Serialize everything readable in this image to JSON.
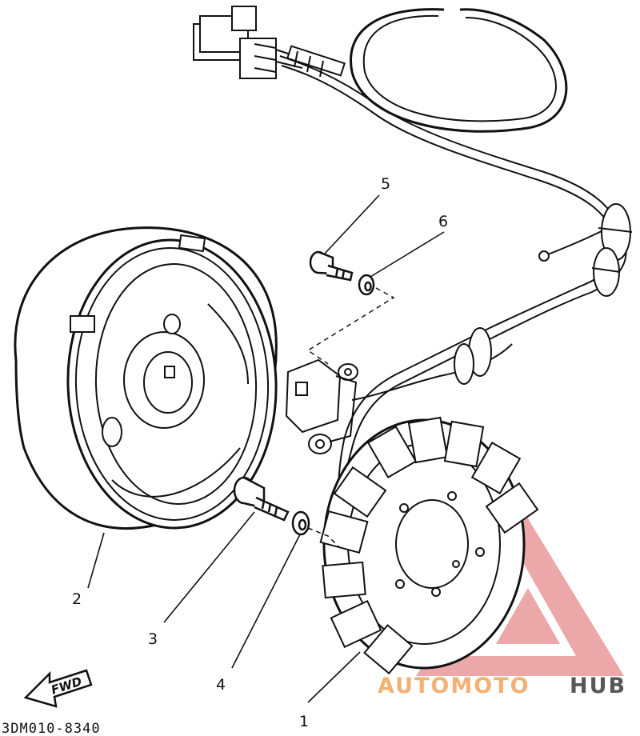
{
  "callouts": {
    "stator": "1",
    "rotor": "2",
    "screw": "3",
    "washer_large": "4",
    "bolt": "5",
    "washer_small": "6"
  },
  "part_code": "3DM010-8340",
  "fwd_label": "FWD",
  "watermark": {
    "brand_part1": "AUTOMOTO",
    "brand_part2": "HUB",
    "color_orange": "#f2a35a",
    "color_red": "#e23b3b",
    "color_gray": "#3c3c3c"
  }
}
